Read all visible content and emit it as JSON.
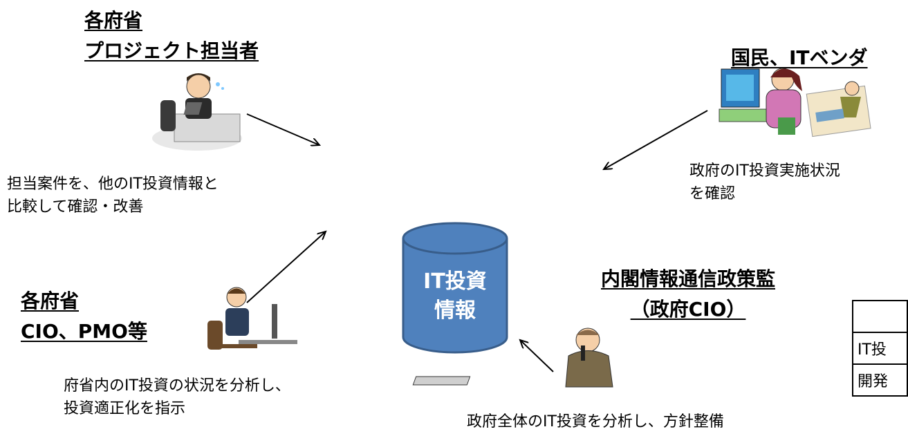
{
  "actors": {
    "ministry_project": {
      "heading_line1": "各府省",
      "heading_line2": "プロジェクト担当者",
      "desc_line1": "担当案件を、他のIT投資情報と",
      "desc_line2": "比較して確認・改善"
    },
    "ministry_cio": {
      "heading_line1": "各府省",
      "heading_line2": "CIO、PMO等",
      "desc_line1": "府省内のIT投資の状況を分析し、",
      "desc_line2": "投資適正化を指示"
    },
    "public": {
      "heading": "国民、ITベンダ",
      "desc_line1": "政府のIT投資実施状況",
      "desc_line2": "を確認"
    },
    "gov_cio": {
      "heading_line1": "内閣情報通信政策監",
      "heading_line2": "（政府CIO）",
      "desc": "政府全体のIT投資を分析し、方針整備"
    }
  },
  "database": {
    "line1": "IT投資",
    "line2": "情報",
    "color": "#4f81bd",
    "border_color": "#385d8a"
  },
  "table": {
    "rows": [
      "",
      "IT投",
      "開発"
    ]
  }
}
